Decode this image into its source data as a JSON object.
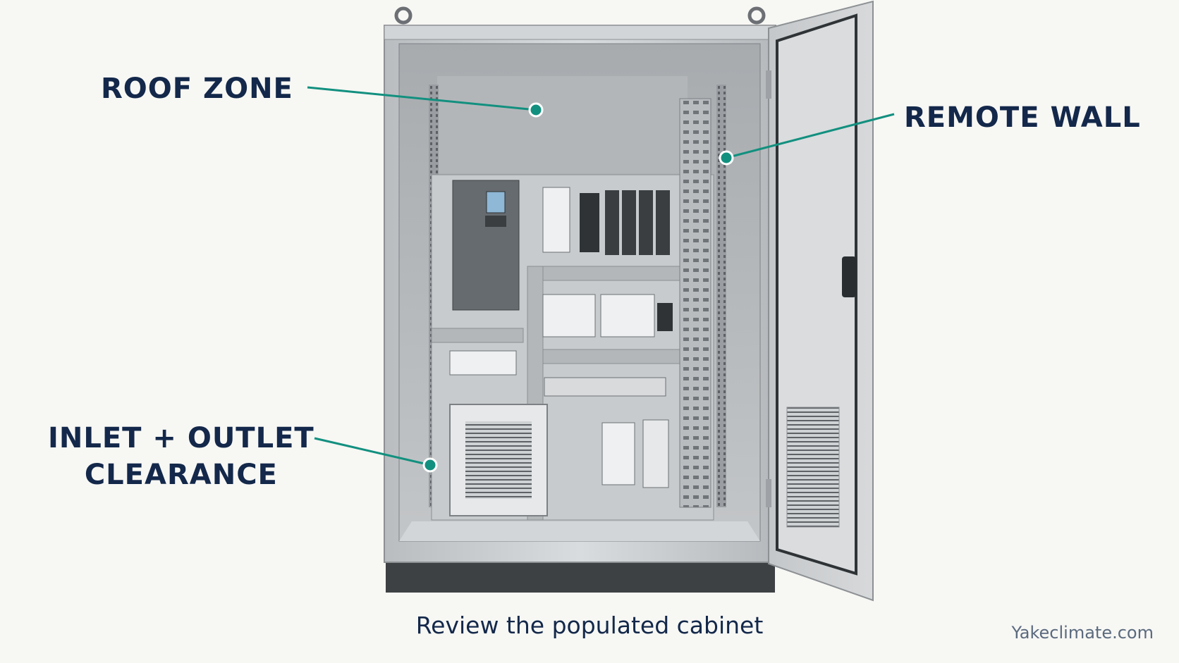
{
  "callouts": {
    "roof_zone": "ROOF ZONE",
    "remote_wall": "REMOTE WALL",
    "inlet_line1": "INLET + OUTLET",
    "inlet_line2": "CLEARANCE"
  },
  "caption": "Review the populated cabinet",
  "brand": "Yakeclimate.com",
  "colors": {
    "label_text": "#13284a",
    "leader_line": "#12907f",
    "cabinet_steel": "#c9ccce",
    "background": "#f7f7f4"
  }
}
